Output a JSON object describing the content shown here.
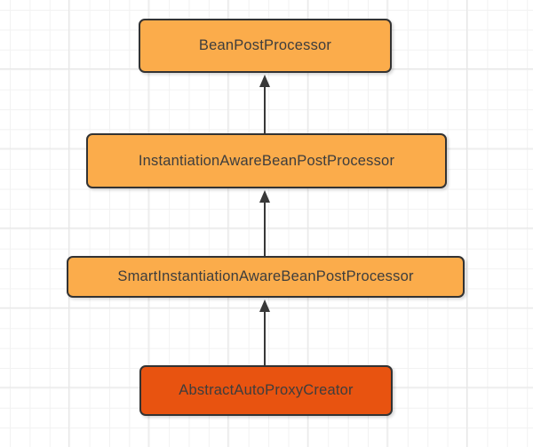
{
  "diagram": {
    "type": "class-hierarchy",
    "nodes": [
      {
        "label": "BeanPostProcessor",
        "emphasis": false
      },
      {
        "label": "InstantiationAwareBeanPostProcessor",
        "emphasis": false
      },
      {
        "label": "SmartInstantiationAwareBeanPostProcessor",
        "emphasis": false
      },
      {
        "label": "AbstractAutoProxyCreator",
        "emphasis": true
      }
    ],
    "edges": [
      {
        "from": "InstantiationAwareBeanPostProcessor",
        "to": "BeanPostProcessor",
        "style": "solid-line-filled-arrowhead",
        "direction": "up"
      },
      {
        "from": "SmartInstantiationAwareBeanPostProcessor",
        "to": "InstantiationAwareBeanPostProcessor",
        "style": "solid-line-filled-arrowhead",
        "direction": "up"
      },
      {
        "from": "AbstractAutoProxyCreator",
        "to": "SmartInstantiationAwareBeanPostProcessor",
        "style": "solid-line-filled-arrowhead",
        "direction": "up"
      }
    ],
    "palette": {
      "node_fill": "#FBAC4B",
      "node_fill_emphasis": "#E85310",
      "node_border": "#333333",
      "node_text": "#3D3D3D",
      "arrow": "#383838",
      "grid_minor": "#F2F2F2",
      "grid_major": "#E6E6E6",
      "background": "#FFFFFF"
    }
  }
}
